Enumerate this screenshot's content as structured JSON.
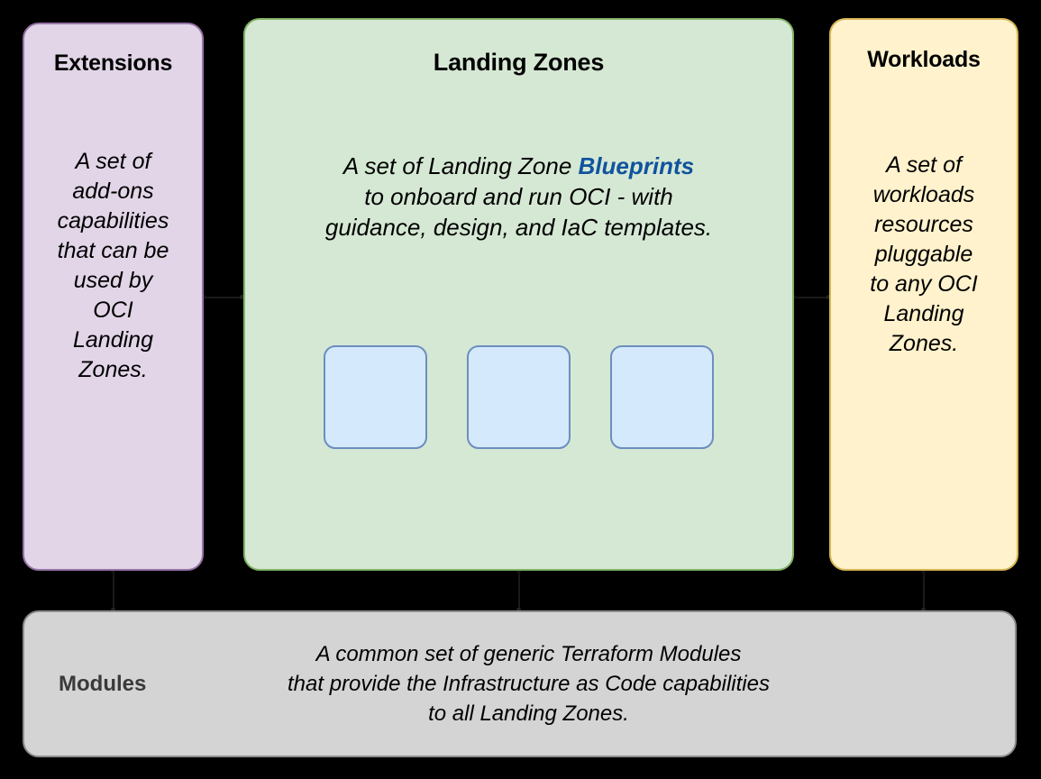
{
  "diagram": {
    "background_color": "#000000",
    "panels": {
      "extensions": {
        "title": "Extensions",
        "body_lines": [
          "A set of",
          "add-ons",
          "capabilities",
          "that can be",
          "used by",
          "OCI",
          "Landing",
          "Zones."
        ],
        "fill_color": "#e1d5e7",
        "border_color": "#9673a6"
      },
      "landing_zones": {
        "title": "Landing Zones",
        "body_prefix": "A set of Landing Zone ",
        "body_highlight": "Blueprints",
        "body_rest_lines": [
          "to onboard and run OCI - with",
          "guidance, design, and IaC templates."
        ],
        "highlight_color": "#10539e",
        "fill_color": "#d5e8d4",
        "border_color": "#82b366",
        "cards": [
          {
            "label": "",
            "fill_color": "#d4e9fb",
            "border_color": "#6c8ebf"
          },
          {
            "label": "",
            "fill_color": "#d4e9fb",
            "border_color": "#6c8ebf"
          },
          {
            "label": "",
            "fill_color": "#d4e9fb",
            "border_color": "#6c8ebf"
          }
        ]
      },
      "workloads": {
        "title": "Workloads",
        "body_lines": [
          "A set of",
          "workloads",
          "resources",
          "pluggable",
          "to any OCI",
          "Landing",
          "Zones."
        ],
        "fill_color": "#fff2cc",
        "border_color": "#d6b656"
      },
      "modules": {
        "label": "Modules",
        "body_lines": [
          "A common set of generic Terraform Modules",
          "that provide the Infrastructure as Code capabilities",
          "to all Landing Zones."
        ],
        "fill_color": "#d4d4d4",
        "border_color": "#8c8c8c"
      }
    }
  }
}
